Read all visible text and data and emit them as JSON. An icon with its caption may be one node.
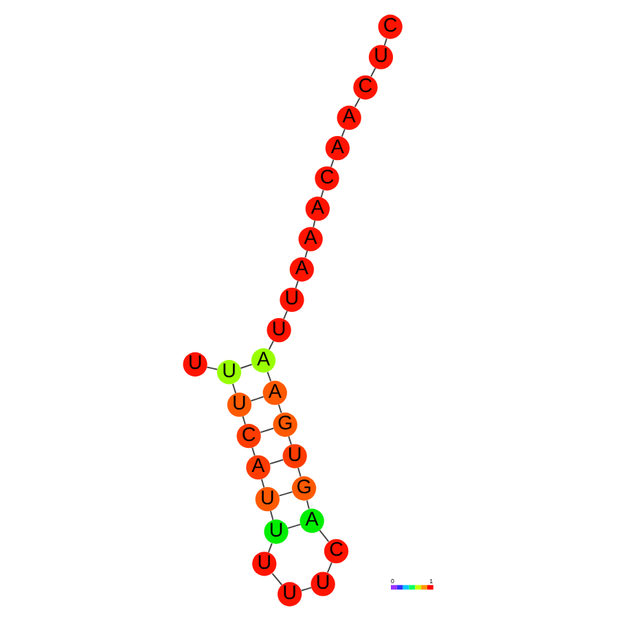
{
  "diagram": {
    "nodes": [
      {
        "text": [
          "U"
        ]
      },
      {
        "text": [
          "U"
        ]
      },
      {
        "text": [
          "U"
        ]
      },
      {
        "text": [
          "C"
        ]
      },
      {
        "text": [
          "A"
        ]
      },
      {
        "text": [
          "U"
        ]
      },
      {
        "text": [
          "U"
        ]
      },
      {
        "text": [
          "U"
        ]
      },
      {
        "text": [
          "U"
        ]
      },
      {
        "text": [
          "U"
        ]
      },
      {
        "text": [
          "C"
        ]
      },
      {
        "text": [
          "A"
        ]
      },
      {
        "text": [
          "G"
        ]
      },
      {
        "text": [
          "U"
        ]
      },
      {
        "text": [
          "G"
        ]
      },
      {
        "text": [
          "A"
        ]
      },
      {
        "text": [
          "A"
        ]
      },
      {
        "text": [
          "U"
        ]
      },
      {
        "text": [
          "U"
        ]
      },
      {
        "text": [
          "A"
        ]
      },
      {
        "text": [
          "A"
        ]
      },
      {
        "text": [
          "A"
        ]
      },
      {
        "text": [
          "C"
        ]
      },
      {
        "text": [
          "A"
        ]
      },
      {
        "text": [
          "A"
        ]
      },
      {
        "text": [
          "C"
        ]
      },
      {
        "text": [
          "U"
        ]
      },
      {
        "text": [
          "C"
        ]
      }
    ],
    "edges": [
      {
        "from": 0,
        "to": 1,
        "arrow": "none"
      },
      {
        "from": 1,
        "to": 2,
        "arrow": "none"
      },
      {
        "from": 2,
        "to": 3,
        "arrow": "none"
      },
      {
        "from": 3,
        "to": 4,
        "arrow": "none"
      },
      {
        "from": 4,
        "to": 5,
        "arrow": "none"
      },
      {
        "from": 5,
        "to": 6,
        "arrow": "none"
      },
      {
        "from": 6,
        "to": 7,
        "arrow": "none"
      },
      {
        "from": 7,
        "to": 8,
        "arrow": "none"
      },
      {
        "from": 8,
        "to": 9,
        "arrow": "none"
      },
      {
        "from": 9,
        "to": 10,
        "arrow": "none"
      },
      {
        "from": 10,
        "to": 11,
        "arrow": "none"
      },
      {
        "from": 11,
        "to": 12,
        "arrow": "none"
      },
      {
        "from": 12,
        "to": 13,
        "arrow": "none"
      },
      {
        "from": 13,
        "to": 14,
        "arrow": "none"
      },
      {
        "from": 14,
        "to": 15,
        "arrow": "none"
      },
      {
        "from": 15,
        "to": 16,
        "arrow": "none"
      },
      {
        "from": 16,
        "to": 17,
        "arrow": "none"
      },
      {
        "from": 17,
        "to": 18,
        "arrow": "none"
      },
      {
        "from": 18,
        "to": 19,
        "arrow": "none"
      },
      {
        "from": 19,
        "to": 20,
        "arrow": "none"
      },
      {
        "from": 20,
        "to": 21,
        "arrow": "none"
      },
      {
        "from": 21,
        "to": 22,
        "arrow": "none"
      },
      {
        "from": 22,
        "to": 23,
        "arrow": "none"
      },
      {
        "from": 23,
        "to": 24,
        "arrow": "none"
      },
      {
        "from": 24,
        "to": 25,
        "arrow": "none"
      },
      {
        "from": 25,
        "to": 26,
        "arrow": "none"
      },
      {
        "from": 26,
        "to": 27,
        "arrow": "none"
      },
      {
        "from": 1,
        "to": 16,
        "arrow": "none"
      },
      {
        "from": 2,
        "to": 15,
        "arrow": "none"
      },
      {
        "from": 3,
        "to": 14,
        "arrow": "none"
      },
      {
        "from": 4,
        "to": 13,
        "arrow": "none"
      },
      {
        "from": 5,
        "to": 12,
        "arrow": "none"
      },
      {
        "from": 6,
        "to": 11,
        "arrow": "none"
      }
    ],
    "labels": [
      "0",
      "1"
    ]
  }
}
